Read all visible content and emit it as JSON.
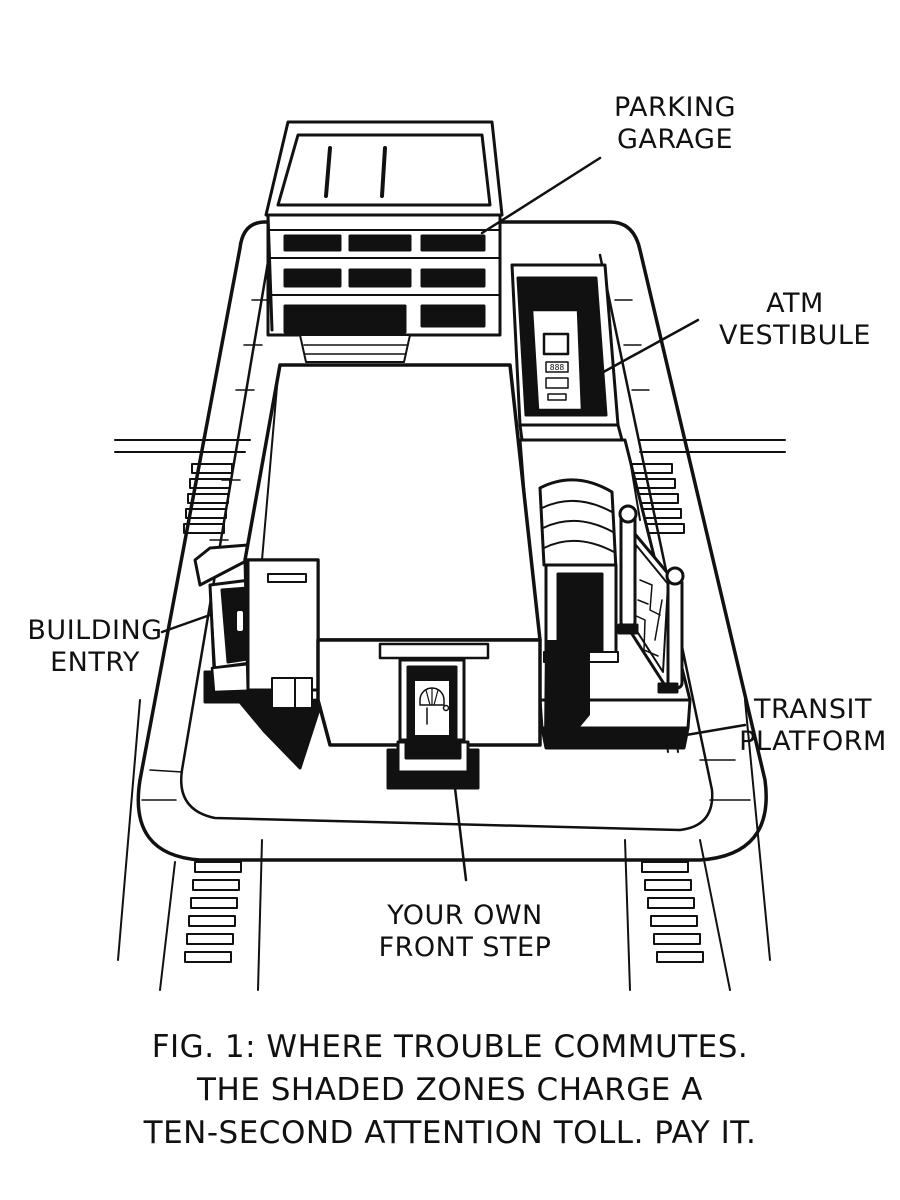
{
  "labels": {
    "parking_garage": [
      "PARKING",
      "GARAGE"
    ],
    "atm_vestibule": [
      "ATM",
      "VESTIBULE"
    ],
    "building_entry": [
      "BUILDING",
      "ENTRY"
    ],
    "transit_platform": [
      "TRANSIT",
      "PLATFORM"
    ],
    "front_step": [
      "YOUR OWN",
      "FRONT STEP"
    ]
  },
  "caption": [
    "FIG. 1: WHERE TROUBLE COMMUTES.",
    "THE SHADED ZONES CHARGE A",
    "TEN-SECOND ATTENTION TOLL. PAY IT."
  ],
  "atm_screen": "888"
}
